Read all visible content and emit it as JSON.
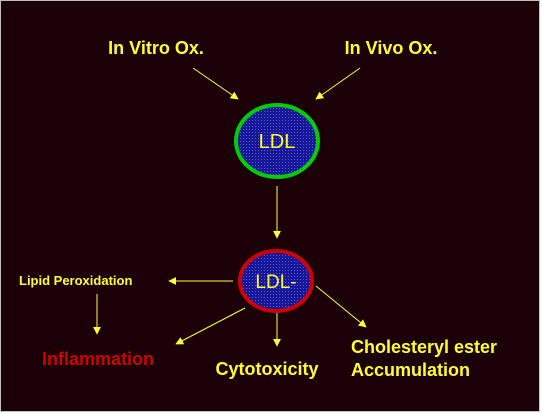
{
  "colors": {
    "background": "#1c0008",
    "label": "#ffff33",
    "inflammation": "#cc0000",
    "arrow": "#ffff33",
    "node_fill": "#17179a",
    "ldl_border": "#00cc00",
    "ldlminus_border": "#cc0000",
    "node_text": "#ffff33"
  },
  "nodes": {
    "ldl": "LDL",
    "ldl_minus": "LDL-"
  },
  "labels": {
    "in_vitro": "In Vitro Ox.",
    "in_vivo": "In Vivo Ox.",
    "lipid_peroxidation": "Lipid Peroxidation",
    "inflammation": "Inflammation",
    "cytotoxicity": "Cytotoxicity",
    "cholesteryl_line1": "Cholesteryl ester",
    "cholesteryl_line2": "Accumulation"
  }
}
